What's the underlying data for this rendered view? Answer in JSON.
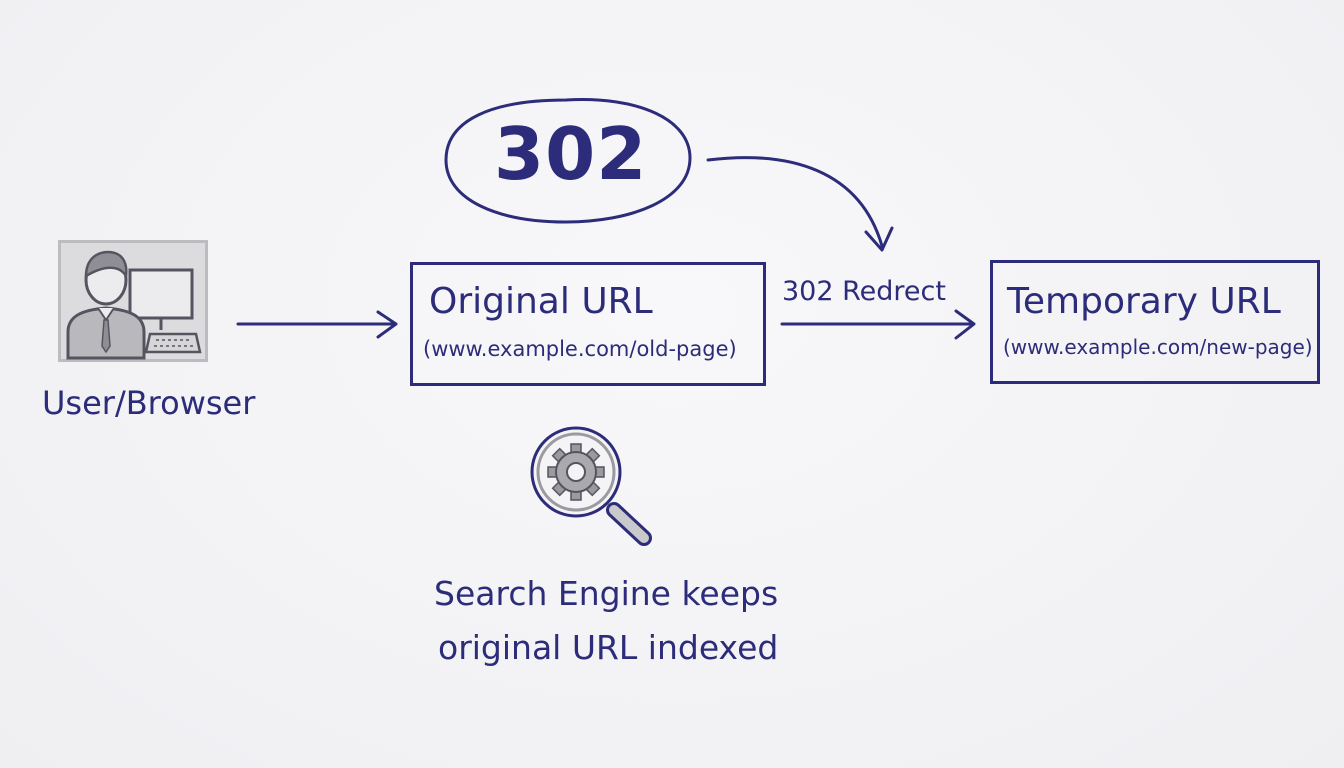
{
  "colors": {
    "ink": "#2c2c7a",
    "gray_fill": "#c9c9cc",
    "gray_stroke": "#555560"
  },
  "badge": {
    "code": "302"
  },
  "user": {
    "label": "User/Browser",
    "icon": "user-at-computer-icon"
  },
  "original": {
    "title": "Original URL",
    "url": "(www.example.com/old-page)"
  },
  "redirect": {
    "label": "302 Redrect"
  },
  "temporary": {
    "title": "Temporary URL",
    "url": "(www.example.com/new-page)"
  },
  "search": {
    "icon": "magnifier-gear-icon",
    "line1": "Search Engine keeps",
    "line2": "original URL indexed"
  }
}
